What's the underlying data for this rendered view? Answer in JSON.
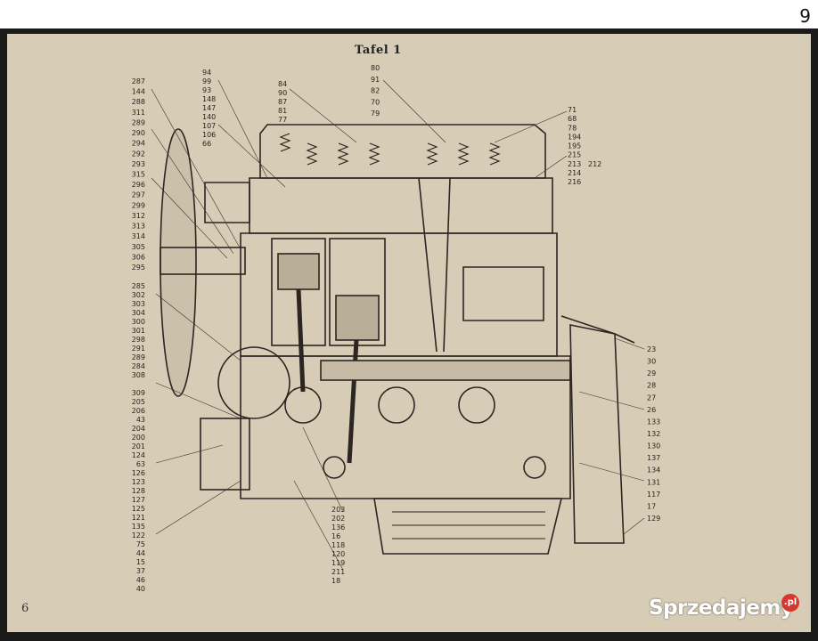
{
  "page_number": "9",
  "plate_title": "Tafel 1",
  "sheet_number": "6",
  "watermark": {
    "brand": "Sprzedajemy",
    "suffix": ".pl"
  },
  "labels_left": [
    "287",
    "144",
    "288",
    "311",
    "289",
    "290",
    "294",
    "292",
    "293",
    "315",
    "296",
    "297",
    "299",
    "312",
    "313",
    "314",
    "305",
    "306",
    "295",
    "285",
    "302",
    "303",
    "304",
    "300",
    "301",
    "298",
    "291",
    "289",
    "284",
    "308",
    "309",
    "205",
    "206",
    "43",
    "204",
    "200",
    "201",
    "124",
    "63",
    "126",
    "123",
    "128",
    "127",
    "125",
    "121",
    "135",
    "122",
    "75",
    "44",
    "15",
    "37",
    "46",
    "40"
  ],
  "labels_top": [
    "94",
    "99",
    "93",
    "148",
    "147",
    "140",
    "107",
    "106",
    "66",
    "84",
    "90",
    "87",
    "81",
    "77",
    "80",
    "91",
    "82",
    "70",
    "79"
  ],
  "labels_right": [
    "71",
    "68",
    "78",
    "194",
    "195",
    "215",
    "213",
    "214",
    "216",
    "212",
    "23",
    "30",
    "29",
    "28",
    "27",
    "26",
    "133",
    "132",
    "130",
    "137",
    "134",
    "131",
    "117",
    "17",
    "129"
  ],
  "labels_bottom": [
    "203",
    "202",
    "136",
    "16",
    "118",
    "120",
    "119",
    "211",
    "18"
  ]
}
